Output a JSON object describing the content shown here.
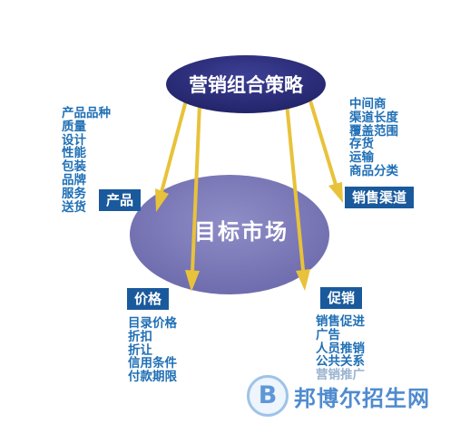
{
  "diagram": {
    "center": {
      "title": "营销组合策略"
    },
    "market": {
      "title": "目标市场"
    },
    "product": {
      "label": "产品",
      "items": [
        "产品品种",
        "质量",
        "设计",
        "性能",
        "包装",
        "品牌",
        "服务",
        "送货"
      ]
    },
    "channel": {
      "label": "销售渠道",
      "items": [
        "中间商",
        "渠道长度",
        "覆盖范围",
        "存货",
        "运输",
        "商品分类"
      ]
    },
    "price": {
      "label": "价格",
      "items": [
        "目录价格",
        "折扣",
        "折让",
        "信用条件",
        "付款期限"
      ]
    },
    "promotion": {
      "label": "促销",
      "items": [
        "销售促进",
        "广告",
        "人员推销",
        "公共关系",
        "营销推广"
      ]
    }
  },
  "watermark": {
    "logo": "B",
    "text": "邦博尔招生网"
  },
  "colors": {
    "strategy_fill": "#2e2f7a",
    "market_fill": "#7b79b8",
    "arrow": "#e8c23a",
    "tag_fill": "#1a5a9c",
    "text": "#1f6fb5"
  }
}
